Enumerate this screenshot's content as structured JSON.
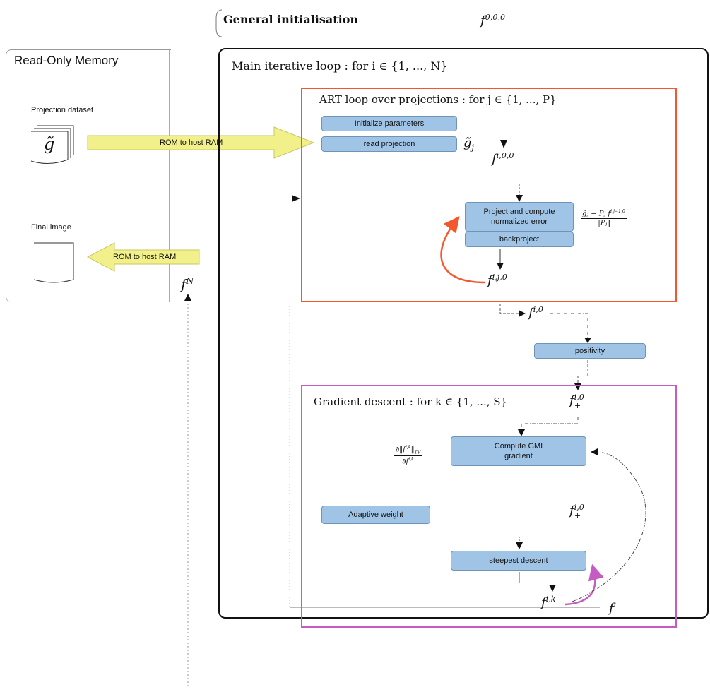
{
  "general_init": {
    "title": "General initialisation",
    "symbol": "f",
    "symbol_sup": "0,0,0"
  },
  "rom": {
    "title": "Read-Only Memory",
    "projection_dataset_label": "Projection dataset",
    "dataset_symbol": "g̃",
    "final_image_label": "Final image",
    "fn_symbol": "f",
    "fn_sup": "N"
  },
  "arrows": {
    "rom_to_ram_top": "ROM to host RAM",
    "rom_to_ram_bottom": "ROM to host RAM"
  },
  "main_loop": {
    "title": "Main iterative loop : for i ∈ {1, ..., N}",
    "output_symbol": "f",
    "output_sup": "i"
  },
  "art_loop": {
    "title": "ART loop over projections : for j ∈ {1, ..., P}",
    "init_params": "Initialize parameters",
    "read_projection": "read projection",
    "gj_symbol": "g̃",
    "gj_sub": "j",
    "f_i00": "f",
    "f_i00_sup": "i,0,0",
    "project_compute": "Project and compute normalized error",
    "backproject": "backproject",
    "error_num": "g̃ⱼ − Pⱼ f",
    "error_num_sup": "i,j−1,0",
    "error_den": "‖Pⱼ‖",
    "f_ij0": "f",
    "f_ij0_sup": "i,j,0"
  },
  "between": {
    "f_i0": "f",
    "f_i0_sup": "i,0",
    "positivity": "positivity",
    "f_plus": "f",
    "f_plus_sup": "i,0",
    "f_plus_sub": "+"
  },
  "gradient": {
    "title": "Gradient descent : for k ∈ {1, ..., S}",
    "grad_num": "∂‖f",
    "grad_num_sup": "i,k",
    "grad_num_tail": "‖",
    "grad_num_sub": "TV",
    "grad_den": "∂f",
    "grad_den_sup": "i,k",
    "compute_gradient": "Compute GMI gradient",
    "adaptive_weight": "Adaptive weight",
    "f_plus2": "f",
    "f_plus2_sup": "i,0",
    "f_plus2_sub": "+",
    "steepest_descent": "steepest descent",
    "f_ik": "f",
    "f_ik_sup": "i,k"
  },
  "colors": {
    "art_border": "#f2572e",
    "gradient_border": "#c45cc4",
    "box_fill": "#9fc4e6",
    "arrow_fill": "#f2f08a"
  }
}
